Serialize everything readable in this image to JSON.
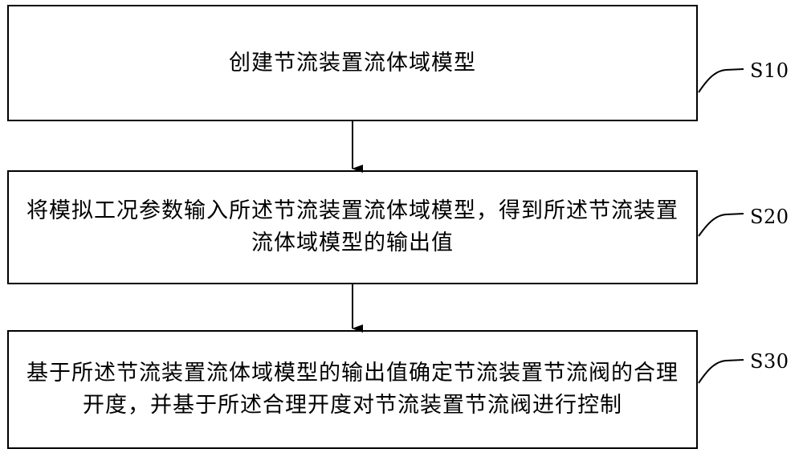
{
  "steps": [
    {
      "id": "S10",
      "text": "创建节流装置流体域模型"
    },
    {
      "id": "S20",
      "text": "将模拟工况参数输入所述节流装置流体域模型，得到所述节流装置流体域模型的输出值"
    },
    {
      "id": "S30",
      "text": "基于所述节流装置流体域模型的输出值确定节流装置节流阀的合理开度，并基于所述合理开度对节流装置节流阀进行控制"
    }
  ]
}
